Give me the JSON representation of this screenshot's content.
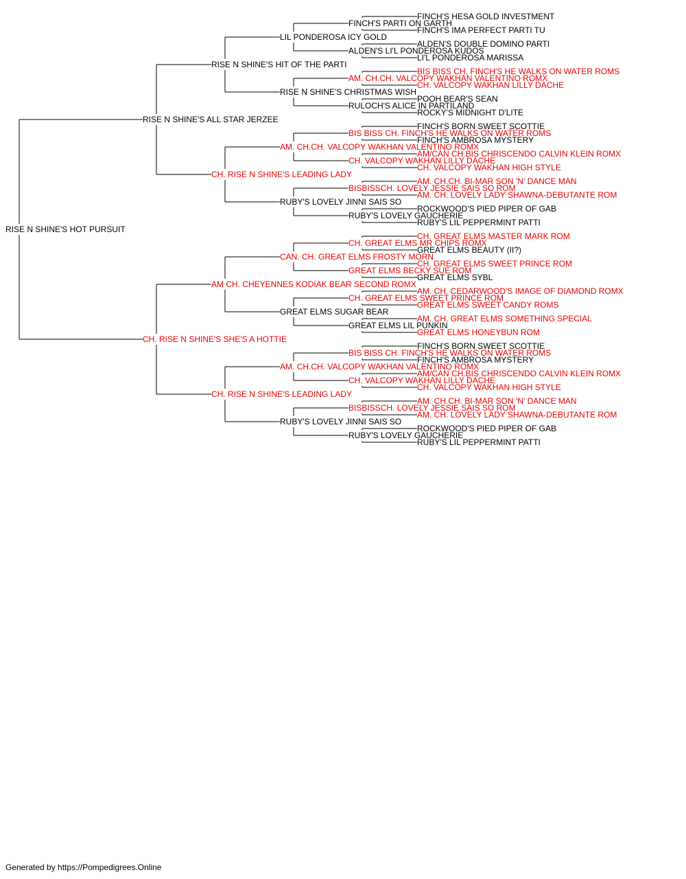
{
  "colors": {
    "champion": "#ee0000",
    "normal": "#000000",
    "connector": "#000000"
  },
  "pedigree": {
    "name": "RISE N SHINE'S HOT PURSUIT",
    "champion": false,
    "sire": {
      "name": "RISE N SHINE'S ALL STAR JERZEE",
      "champion": false,
      "sire": {
        "name": "RISE N SHINE'S HIT OF THE PARTI",
        "champion": false,
        "sire": {
          "name": "LIL PONDEROSA ICY GOLD",
          "champion": false,
          "sire": {
            "name": "FINCH'S PARTI ON GARTH",
            "champion": false,
            "sire": {
              "name": "FINCH'S HESA GOLD INVESTMENT",
              "champion": false
            },
            "dam": {
              "name": "FINCH'S IMA PERFECT PARTI TU",
              "champion": false
            }
          },
          "dam": {
            "name": "ALDEN'S LI'L PONDEROSA KUDOS",
            "champion": false,
            "sire": {
              "name": "ALDEN'S DOUBLE DOMINO PARTI",
              "champion": false
            },
            "dam": {
              "name": "LI'L PONDEROSA MARISSA",
              "champion": false
            }
          }
        },
        "dam": {
          "name": "RISE N SHINE'S CHRISTMAS WISH",
          "champion": false,
          "sire": {
            "name": "AM. CH.CH. VALCOPY WAKHAN VALENTINO ROMX",
            "champion": true,
            "sire": {
              "name": "BIS BISS CH. FINCH'S HE WALKS ON WATER ROMS",
              "champion": true
            },
            "dam": {
              "name": "CH. VALCOPY WAKHAN LILLY DACHE",
              "champion": true
            }
          },
          "dam": {
            "name": "RULOCH'S ALICE IN PARTILAND",
            "champion": false,
            "sire": {
              "name": "POOH BEAR'S SEAN",
              "champion": false
            },
            "dam": {
              "name": "ROCKY'S MIDNIGHT D'LITE",
              "champion": false
            }
          }
        }
      },
      "dam": {
        "name": "CH. RISE N SHINE'S LEADING LADY",
        "champion": true,
        "sire": {
          "name": "AM. CH.CH. VALCOPY WAKHAN VALENTINO ROMX",
          "champion": true,
          "sire": {
            "name": "BIS BISS CH. FINCH'S HE WALKS ON WATER ROMS",
            "champion": true,
            "sire": {
              "name": "FINCH'S BORN SWEET SCOTTIE",
              "champion": false
            },
            "dam": {
              "name": "FINCH'S AMBROSA MYSTERY",
              "champion": false
            }
          },
          "dam": {
            "name": "CH. VALCOPY WAKHAN LILLY DACHE",
            "champion": true,
            "sire": {
              "name": "AM/CAN CH.BIS CHRISCENDO CALVIN KLEIN ROMX",
              "champion": true
            },
            "dam": {
              "name": "CH. VALCOPY WAKHAN HIGH STYLE",
              "champion": true
            }
          }
        },
        "dam": {
          "name": "RUBY'S LOVELY JINNI SAIS SO",
          "champion": false,
          "sire": {
            "name": "BISBISSCH. LOVELY JESSIE SAIS SO ROM",
            "champion": true,
            "sire": {
              "name": "AM. CH.CH. BI-MAR SON 'N' DANCE MAN",
              "champion": true
            },
            "dam": {
              "name": "AM. CH. LOVELY LADY SHAWNA-DEBUTANTE ROM",
              "champion": true
            }
          },
          "dam": {
            "name": "RUBY'S LOVELY GAUCHERIE",
            "champion": false,
            "sire": {
              "name": "ROCKWOOD'S PIED PIPER OF GAB",
              "champion": false
            },
            "dam": {
              "name": "RUBY'S LIL PEPPERMINT PATTI",
              "champion": false
            }
          }
        }
      }
    },
    "dam": {
      "name": "CH. RISE N SHINE'S SHE'S A HOTTIE",
      "champion": true,
      "sire": {
        "name": "AM CH. CHEYENNES KODIAK BEAR SECOND ROMX",
        "champion": true,
        "sire": {
          "name": "CAN. CH. GREAT ELMS FROSTY MORN",
          "champion": true,
          "sire": {
            "name": "CH. GREAT ELMS MR CHIPS ROMX",
            "champion": true,
            "sire": {
              "name": "CH. GREAT ELMS MASTER MARK ROM",
              "champion": true
            },
            "dam": {
              "name": "GREAT ELMS BEAUTY (II?)",
              "champion": false
            }
          },
          "dam": {
            "name": "GREAT ELMS BECKY SUE ROM",
            "champion": true,
            "sire": {
              "name": "CH. GREAT ELMS SWEET PRINCE ROM",
              "champion": true
            },
            "dam": {
              "name": "GREAT ELMS SYBL",
              "champion": false
            }
          }
        },
        "dam": {
          "name": "GREAT ELMS SUGAR BEAR",
          "champion": false,
          "sire": {
            "name": "CH. GREAT ELMS SWEET PRINCE ROM",
            "champion": true,
            "sire": {
              "name": "AM. CH. CEDARWOOD'S IMAGE OF DIAMOND ROMX",
              "champion": true
            },
            "dam": {
              "name": "GREAT ELMS SWEET CANDY ROMS",
              "champion": true
            }
          },
          "dam": {
            "name": "GREAT ELMS LIL PUNKIN",
            "champion": false,
            "sire": {
              "name": "AM. CH. GREAT ELMS SOMETHING SPECIAL",
              "champion": true
            },
            "dam": {
              "name": "GREAT ELMS HONEYBUN ROM",
              "champion": true
            }
          }
        }
      },
      "dam": {
        "name": "CH. RISE N SHINE'S LEADING LADY",
        "champion": true,
        "sire": {
          "name": "AM. CH.CH. VALCOPY WAKHAN VALENTINO ROMX",
          "champion": true,
          "sire": {
            "name": "BIS BISS CH. FINCH'S HE WALKS ON WATER ROMS",
            "champion": true,
            "sire": {
              "name": "FINCH'S BORN SWEET SCOTTIE",
              "champion": false
            },
            "dam": {
              "name": "FINCH'S AMBROSA MYSTERY",
              "champion": false
            }
          },
          "dam": {
            "name": "CH. VALCOPY WAKHAN LILLY DACHE",
            "champion": true,
            "sire": {
              "name": "AM/CAN CH.BIS CHRISCENDO CALVIN KLEIN ROMX",
              "champion": true
            },
            "dam": {
              "name": "CH. VALCOPY WAKHAN HIGH STYLE",
              "champion": true
            }
          }
        },
        "dam": {
          "name": "RUBY'S LOVELY JINNI SAIS SO",
          "champion": false,
          "sire": {
            "name": "BISBISSCH. LOVELY JESSIE SAIS SO ROM",
            "champion": true,
            "sire": {
              "name": "AM. CH.CH. BI-MAR SON 'N' DANCE MAN",
              "champion": true
            },
            "dam": {
              "name": "AM. CH. LOVELY LADY SHAWNA-DEBUTANTE ROM",
              "champion": true
            }
          },
          "dam": {
            "name": "RUBY'S LOVELY GAUCHERIE",
            "champion": false,
            "sire": {
              "name": "ROCKWOOD'S PIED PIPER OF GAB",
              "champion": false
            },
            "dam": {
              "name": "RUBY'S LIL PEPPERMINT PATTI",
              "champion": false
            }
          }
        }
      }
    }
  },
  "footer": "Generated by https://Pompedigrees.Online"
}
